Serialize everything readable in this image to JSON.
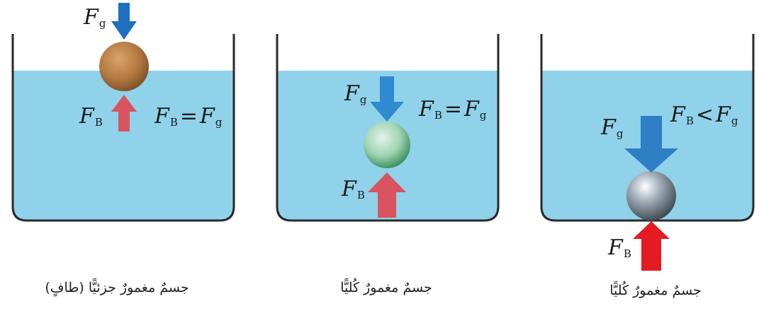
{
  "panels": [
    {
      "id": "partial",
      "caption": "جسمٌ مغمورٌ جزئيًّا (طافٍ)",
      "equation": {
        "lhs": "F",
        "lhs_sub": "B",
        "op": "=",
        "rhs": "F",
        "rhs_sub": "g"
      },
      "weight_label": {
        "text": "F",
        "sub": "g"
      },
      "buoyancy_label": {
        "text": "F",
        "sub": "B"
      }
    },
    {
      "id": "full-equal",
      "caption": "جسمٌ مغمورٌ كُليًّا",
      "equation": {
        "lhs": "F",
        "lhs_sub": "B",
        "op": "=",
        "rhs": "F",
        "rhs_sub": "g"
      },
      "weight_label": {
        "text": "F",
        "sub": "g"
      },
      "buoyancy_label": {
        "text": "F",
        "sub": "B"
      }
    },
    {
      "id": "full-sink",
      "caption": "جسمٌ مغمورٌ كُليًّا",
      "equation": {
        "lhs": "F",
        "lhs_sub": "B",
        "op": "<",
        "rhs": "F",
        "rhs_sub": "g"
      },
      "weight_label": {
        "text": "F",
        "sub": "g"
      },
      "buoyancy_label": {
        "text": "F",
        "sub": "B"
      }
    }
  ],
  "colors": {
    "water": "#8fd2ea",
    "container_line": "#2a2a2a",
    "weight_arrow": "#2f7fc4",
    "buoyancy_arrow": "#d9545f",
    "buoyancy_arrow_strong": "#e51b23",
    "ball_cork": "#b07840",
    "ball_green": "#8fcfa8",
    "ball_steel": "#8e9aa4"
  }
}
